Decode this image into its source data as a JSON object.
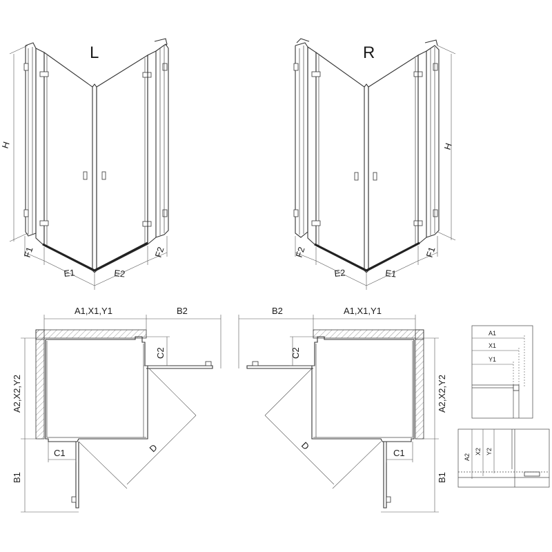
{
  "top_left": {
    "variant_label": "L",
    "height_label": "H",
    "bottom_labels": [
      "F1",
      "E1",
      "E2",
      "F2"
    ]
  },
  "top_right": {
    "variant_label": "R",
    "height_label": "H",
    "bottom_labels": [
      "F2",
      "E2",
      "E1",
      "F1"
    ]
  },
  "plan_left": {
    "width_label": "A1,X1,Y1",
    "depth_label": "A2,X2,Y2",
    "return_label": "B2",
    "side_label": "B1",
    "c1_label": "C1",
    "c2_label": "C2",
    "diag_label": "D"
  },
  "plan_right": {
    "width_label": "A1,X1,Y1",
    "depth_label": "A2,X2,Y2",
    "return_label": "B2",
    "side_label": "B1",
    "c1_label": "C1",
    "c2_label": "C2",
    "diag_label": "D"
  },
  "detail_top": {
    "labels": [
      "A1",
      "X1",
      "Y1"
    ]
  },
  "detail_bottom": {
    "labels": [
      "A2",
      "X2",
      "Y2"
    ]
  }
}
